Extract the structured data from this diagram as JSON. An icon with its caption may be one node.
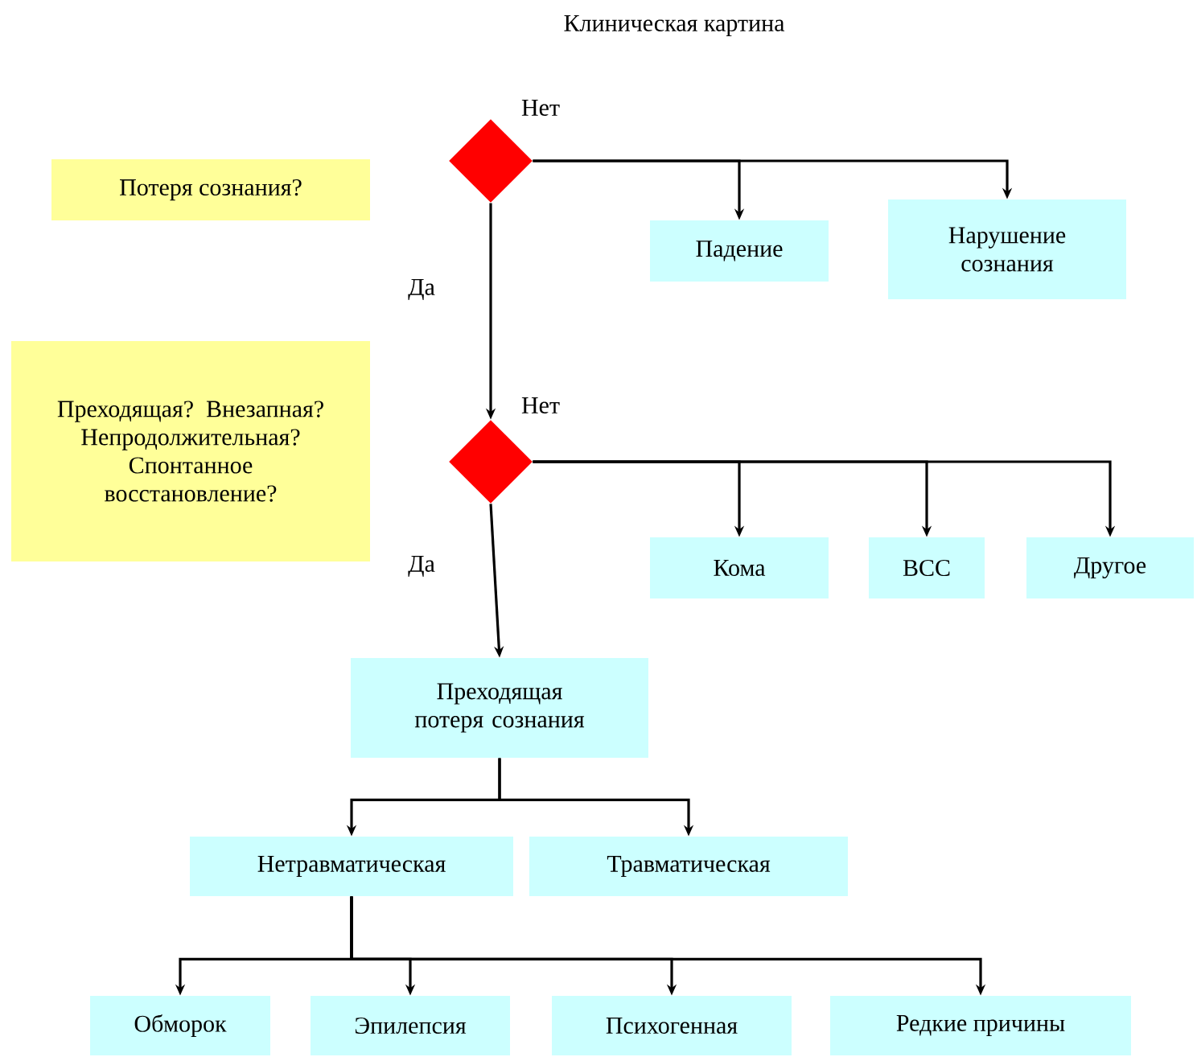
{
  "diagram": {
    "title": "Клиническая картина",
    "nodes": [
      {
        "text": [
          "Потеря сознания?"
        ]
      },
      {
        "text": [],
        "shape": "diamond"
      },
      {
        "text": [
          "Падение"
        ]
      },
      {
        "text": [
          "Нарушение сознания"
        ]
      },
      {
        "text": [
          "Преходящая? Внезапная? Непродолжительная? Спонтанное восстановление?"
        ]
      },
      {
        "text": [],
        "shape": "diamond"
      },
      {
        "text": [
          "Кома"
        ]
      },
      {
        "text": [
          "ВСС"
        ]
      },
      {
        "text": [
          "Другое"
        ]
      },
      {
        "text": [
          "Преходящая потеря сознания"
        ]
      },
      {
        "text": [
          "Нетравматическая"
        ]
      },
      {
        "text": [
          "Травматическая"
        ]
      },
      {
        "text": [
          "Обморок"
        ]
      },
      {
        "text": [
          "Эпилепсия"
        ]
      },
      {
        "text": [
          "Психогенная"
        ]
      },
      {
        "text": [
          "Редкие причины"
        ]
      }
    ],
    "edges": [
      {
        "from": 1,
        "to": 2,
        "arrow": "to",
        "label": "Нет"
      },
      {
        "from": 1,
        "to": 3,
        "arrow": "to"
      },
      {
        "from": 1,
        "to": 5,
        "arrow": "to",
        "label": "Да"
      },
      {
        "from": 5,
        "to": 6,
        "arrow": "to",
        "label": "Нет"
      },
      {
        "from": 5,
        "to": 7,
        "arrow": "to"
      },
      {
        "from": 5,
        "to": 8,
        "arrow": "to"
      },
      {
        "from": 5,
        "to": 9,
        "arrow": "to",
        "label": "Да"
      },
      {
        "from": 9,
        "to": 10,
        "arrow": "to"
      },
      {
        "from": 9,
        "to": 11,
        "arrow": "to"
      },
      {
        "from": 10,
        "to": 12,
        "arrow": "to"
      },
      {
        "from": 10,
        "to": 13,
        "arrow": "to"
      },
      {
        "from": 10,
        "to": 14,
        "arrow": "to"
      },
      {
        "from": 10,
        "to": 15,
        "arrow": "to"
      }
    ]
  }
}
